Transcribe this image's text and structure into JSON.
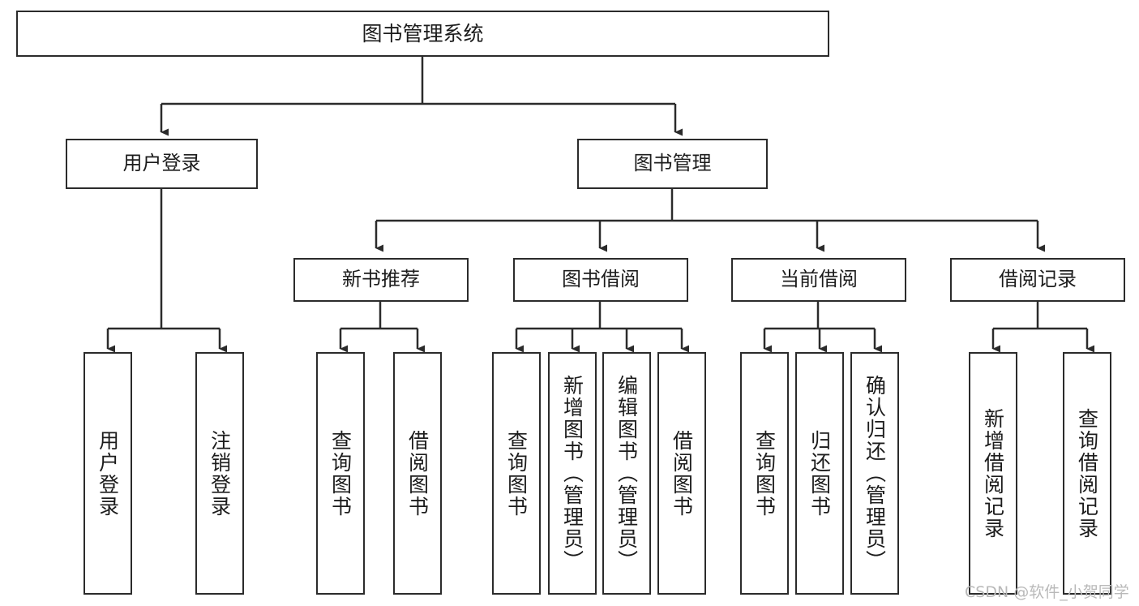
{
  "diagram": {
    "title": "图书管理系统",
    "type": "tree-hierarchy-diagram",
    "watermark": "CSDN @软件_小贺同学",
    "colors": {
      "background": "#ffffff",
      "box_border": "#2b2b2b",
      "connector": "#2b2b2b",
      "text": "#1c1c1c",
      "watermark": "#b9b9b9"
    },
    "root": {
      "label": "图书管理系统"
    },
    "level1": [
      {
        "label": "用户登录"
      },
      {
        "label": "图书管理"
      },
      {
        "label": "新书推荐"
      },
      {
        "label": "图书借阅"
      },
      {
        "label": "当前借阅"
      },
      {
        "label": "借阅记录"
      }
    ],
    "leaves": [
      {
        "label": "用户登录",
        "parent": "用户登录"
      },
      {
        "label": "注销登录",
        "parent": "用户登录"
      },
      {
        "label": "查询图书",
        "parent": "新书推荐"
      },
      {
        "label": "借阅图书",
        "parent": "新书推荐"
      },
      {
        "label": "查询图书",
        "parent": "图书借阅"
      },
      {
        "label": "新增图书（管理员）",
        "parent": "图书借阅"
      },
      {
        "label": "编辑图书（管理员）",
        "parent": "图书借阅"
      },
      {
        "label": "借阅图书",
        "parent": "图书借阅"
      },
      {
        "label": "查询图书",
        "parent": "当前借阅"
      },
      {
        "label": "归还图书",
        "parent": "当前借阅"
      },
      {
        "label": "确认归还（管理员）",
        "parent": "当前借阅"
      },
      {
        "label": "新增借阅记录",
        "parent": "借阅记录"
      },
      {
        "label": "查询借阅记录",
        "parent": "借阅记录"
      }
    ]
  }
}
